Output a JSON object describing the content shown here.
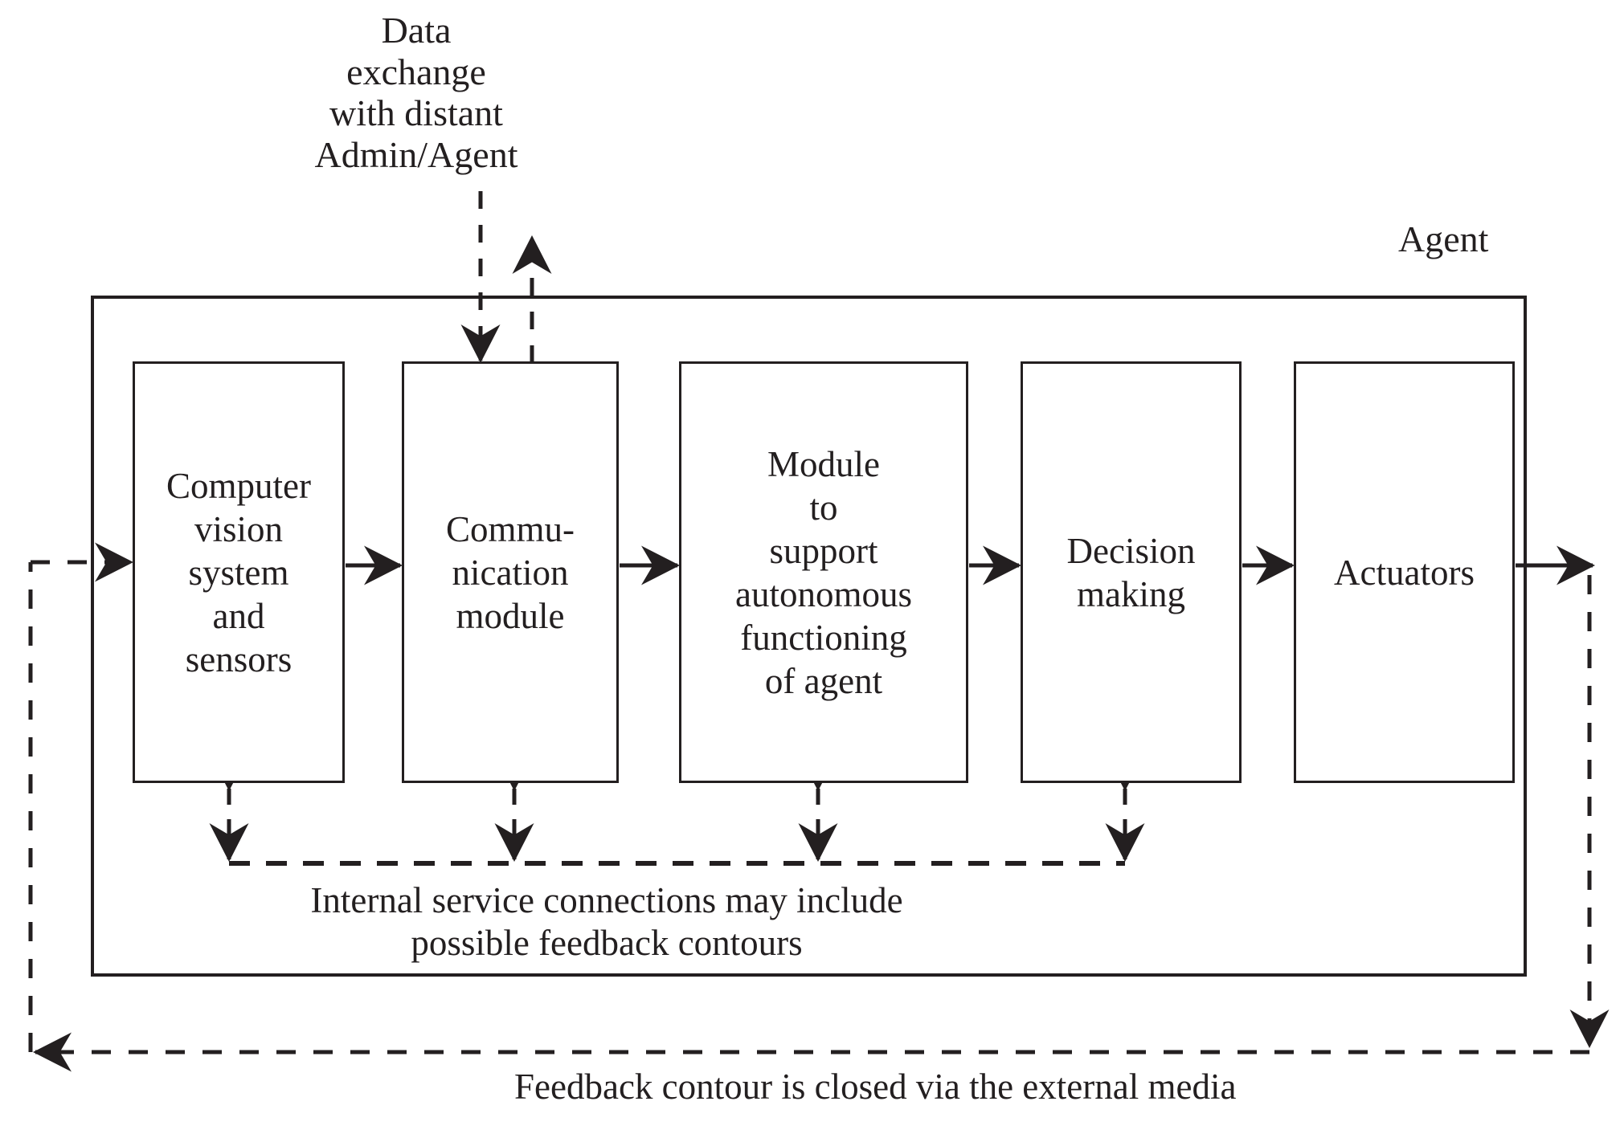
{
  "diagram": {
    "title_note": "Data\nexchange\nwith distant\nAdmin/Agent",
    "agent_label": "Agent",
    "internal_note": "Internal service connections may include\npossible feedback contours",
    "bottom_note": "Feedback contour is closed via the external media",
    "colors": {
      "line": "#231f20",
      "background": "#ffffff",
      "text": "#231f20"
    },
    "boxes": [
      {
        "id": "vision",
        "label": "Computer\nvision\nsystem\nand\nsensors"
      },
      {
        "id": "comm",
        "label": "Commu-\nnication\nmodule"
      },
      {
        "id": "module",
        "label": "Module\nto\nsupport\nautonomous\nfunctioning\nof agent"
      },
      {
        "id": "decision",
        "label": "Decision\nmaking"
      },
      {
        "id": "actuators",
        "label": "Actuators"
      }
    ],
    "connections": [
      {
        "from": "external-media",
        "to": "vision",
        "style": "dashed",
        "direction": "right"
      },
      {
        "from": "vision",
        "to": "comm",
        "style": "solid",
        "direction": "right"
      },
      {
        "from": "comm",
        "to": "module",
        "style": "solid",
        "direction": "right"
      },
      {
        "from": "module",
        "to": "decision",
        "style": "solid",
        "direction": "right"
      },
      {
        "from": "decision",
        "to": "actuators",
        "style": "solid",
        "direction": "right"
      },
      {
        "from": "actuators",
        "to": "external-media",
        "style": "solid",
        "direction": "right"
      },
      {
        "from": "distant-admin-agent",
        "to": "comm",
        "style": "dashed",
        "direction": "down"
      },
      {
        "from": "comm",
        "to": "distant-admin-agent",
        "style": "dashed",
        "direction": "up"
      },
      {
        "from": "vision",
        "to": "internal-bus",
        "style": "dashed",
        "direction": "bidirectional"
      },
      {
        "from": "comm",
        "to": "internal-bus",
        "style": "dashed",
        "direction": "bidirectional"
      },
      {
        "from": "module",
        "to": "internal-bus",
        "style": "dashed",
        "direction": "bidirectional"
      },
      {
        "from": "decision",
        "to": "internal-bus",
        "style": "dashed",
        "direction": "bidirectional"
      },
      {
        "from": "actuators-output",
        "to": "vision-input",
        "style": "dashed",
        "direction": "left"
      }
    ]
  }
}
